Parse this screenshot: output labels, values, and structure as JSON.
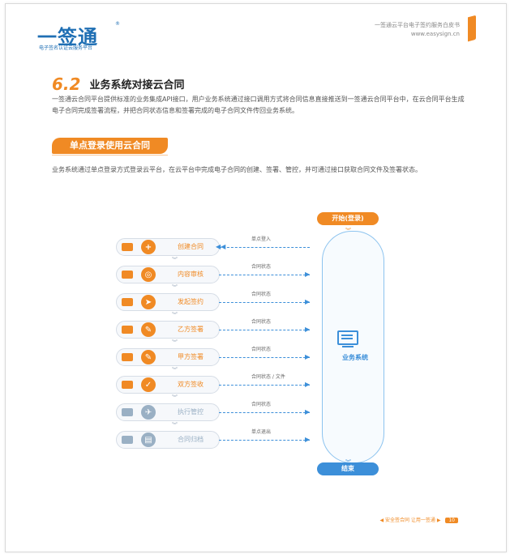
{
  "header": {
    "logo_text": "一签通",
    "logo_sub": "电子签名认证云服务平台",
    "slogan": "一签通云平台电子签约服务白皮书",
    "website": "www.easysign.cn"
  },
  "section": {
    "number": "6.2",
    "title": "业务系统对接云合同",
    "intro": "一签通云合同平台提供标准的业务集成API接口，用户业务系统通过接口调用方式将合同信息直接推送到一签通云合同平台中，在云合同平台生成电子合同完成签署流程，并把合同状态信息和签署完成的电子合同文件传回业务系统。"
  },
  "subsection": {
    "title": "单点登录使用云合同",
    "text": "业务系统通过单点登录方式登录云平台，在云平台中完成电子合同的创建、签署、管控，并可通过接口获取合同文件及签署状态。"
  },
  "flow": {
    "steps": [
      {
        "label": "创建合同",
        "color": "#f08a24",
        "icon": "plus-icon",
        "glyph": "+"
      },
      {
        "label": "内容审核",
        "color": "#f08a24",
        "icon": "magnifier-icon",
        "glyph": "◎"
      },
      {
        "label": "发起签约",
        "color": "#f08a24",
        "icon": "send-icon",
        "glyph": "➤"
      },
      {
        "label": "乙方签署",
        "color": "#f08a24",
        "icon": "pen-icon",
        "glyph": "✎"
      },
      {
        "label": "甲方签署",
        "color": "#f08a24",
        "icon": "pen-icon",
        "glyph": "✎"
      },
      {
        "label": "双方签收",
        "color": "#f08a24",
        "icon": "check-icon",
        "glyph": "✓"
      },
      {
        "label": "执行管控",
        "color": "#9ab0c4",
        "icon": "rocket-icon",
        "glyph": "✈"
      },
      {
        "label": "合同归档",
        "color": "#9ab0c4",
        "icon": "archive-icon",
        "glyph": "▤"
      }
    ],
    "connectors": [
      "单点登入",
      "合同状态",
      "合同状态",
      "合同状态",
      "合同状态",
      "合同状态 / 文件",
      "合同状态",
      "单点退出"
    ],
    "start": "开始(登录)",
    "end": "结束",
    "system": "业务系统",
    "start_color": "#f08a24",
    "end_color": "#3c8fd9"
  },
  "footer": {
    "text": "◀ 安全签合同  让用一签通 ▶",
    "page": "10"
  }
}
